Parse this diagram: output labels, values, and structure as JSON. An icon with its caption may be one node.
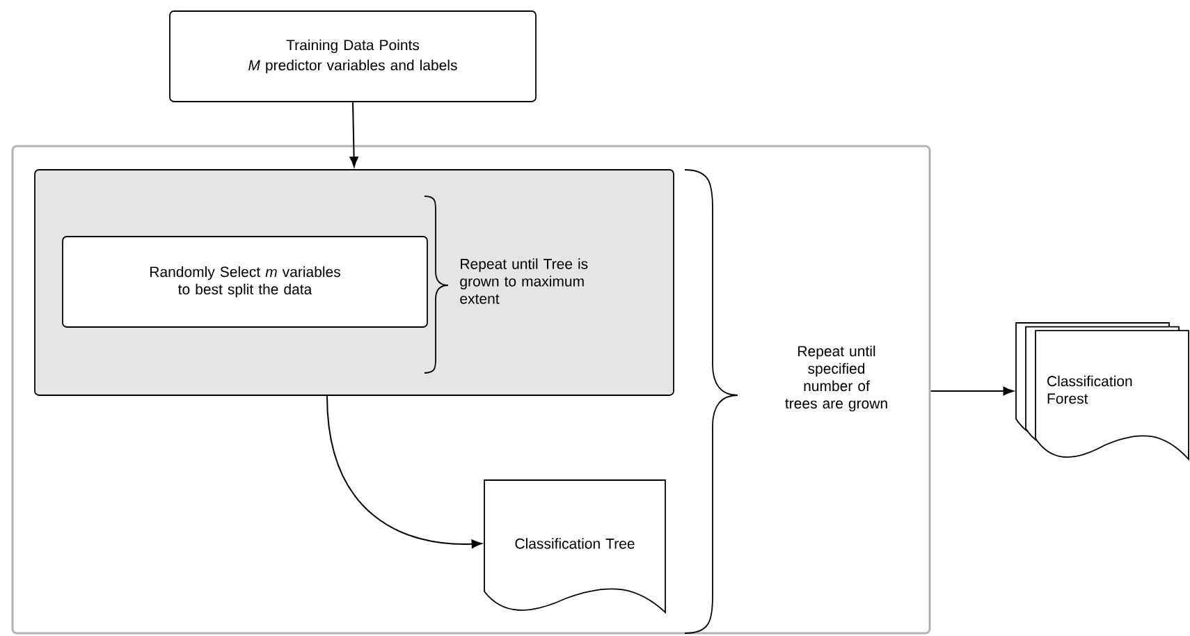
{
  "diagram": {
    "nodes": [
      {
        "text": [
          "Training Data Points",
          "*M* predictor variables and labels"
        ]
      },
      {
        "text": [],
        "shape": "box"
      },
      {
        "text": [],
        "shape": "box",
        "in": 1
      },
      {
        "text": [
          "Randomly Select *m* variables to best split the data"
        ],
        "in": 2
      },
      {
        "text": [
          "Classification Tree"
        ],
        "in": 1
      },
      {
        "text": [
          "Classification Forest"
        ]
      }
    ],
    "edges": [
      {
        "from": 0,
        "to": 2,
        "arrow": "to"
      },
      {
        "from": 2,
        "to": 4,
        "arrow": "to"
      },
      {
        "from": 1,
        "to": 5,
        "arrow": "to"
      }
    ],
    "labels": [
      "Repeat until Tree is grown to maximum extent",
      "Repeat until specified number of trees are grown"
    ]
  }
}
